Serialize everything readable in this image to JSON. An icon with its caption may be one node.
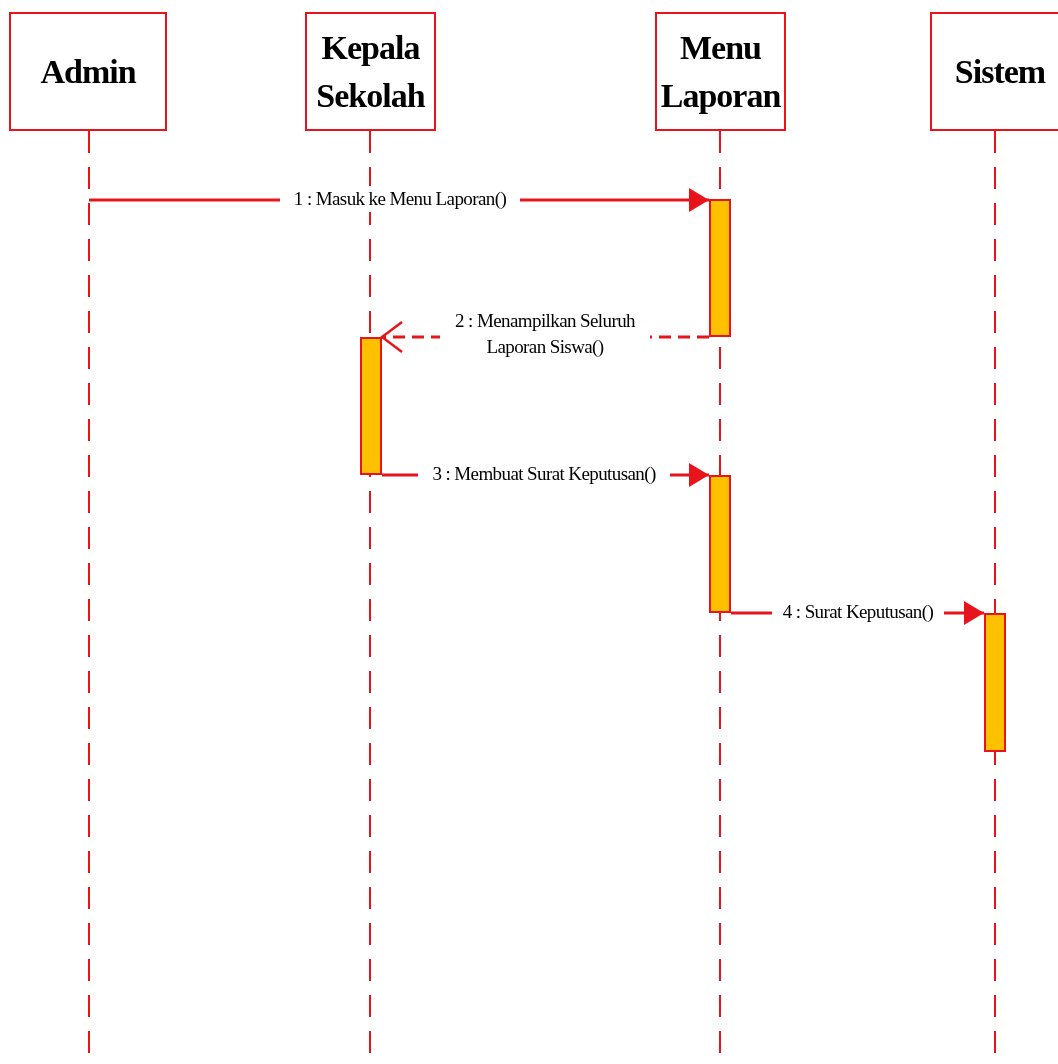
{
  "diagram": {
    "nodes": [
      {
        "text": [
          "Admin"
        ]
      },
      {
        "text": [
          "Kepala Sekolah"
        ]
      },
      {
        "text": [
          "Menu Laporan"
        ]
      },
      {
        "text": [
          "Sistem"
        ]
      },
      {
        "text": [],
        "shape": "bar"
      },
      {
        "text": [],
        "shape": "bar"
      },
      {
        "text": [],
        "shape": "bar"
      },
      {
        "text": [],
        "shape": "bar"
      }
    ],
    "edges": [
      {
        "from": 0,
        "to": 4,
        "arrow": "to",
        "label": "1 : Masuk ke Menu Laporan()"
      },
      {
        "from": 4,
        "to": 5,
        "arrow": "to",
        "label": "2 : Menampilkan Seluruh Laporan Siswa()",
        "style": "dashed"
      },
      {
        "from": 5,
        "to": 6,
        "arrow": "to",
        "label": "3 : Membuat Surat Keputusan()"
      },
      {
        "from": 6,
        "to": 7,
        "arrow": "to",
        "label": "4 : Surat Keputusan()"
      }
    ]
  }
}
